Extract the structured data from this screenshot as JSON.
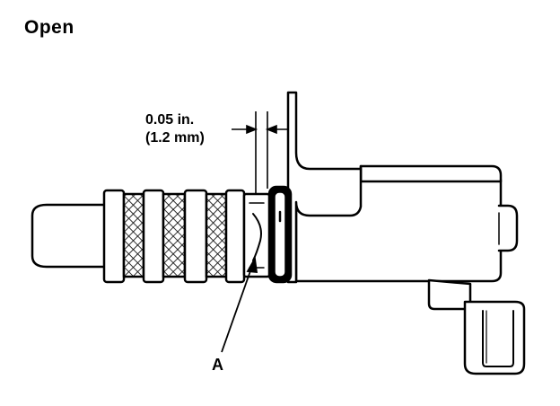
{
  "title": "Open",
  "dimension": {
    "imperial": "0.05 in.",
    "metric": "(1.2 mm)"
  },
  "callout": "A"
}
